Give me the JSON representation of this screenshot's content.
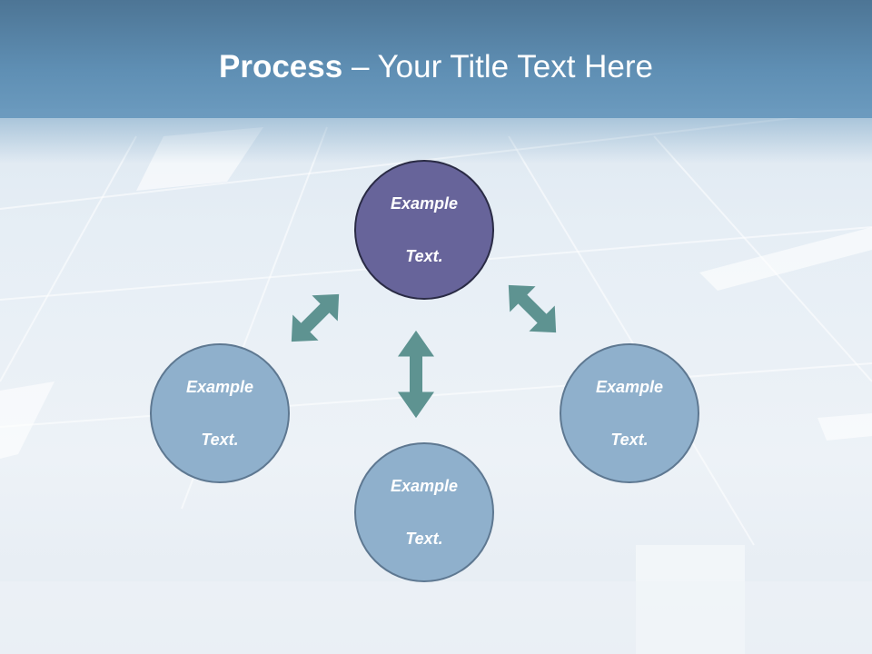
{
  "title": {
    "bold": "Process",
    "rest": " – Your Title Text Here"
  },
  "nodes": {
    "top": {
      "line1": "Example",
      "line2": "Text."
    },
    "left": {
      "line1": "Example",
      "line2": "Text."
    },
    "right": {
      "line1": "Example",
      "line2": "Text."
    },
    "bottom": {
      "line1": "Example",
      "line2": "Text."
    }
  },
  "colors": {
    "header": "#5f8fb4",
    "center_node": "#67649a",
    "side_node": "#8fb0cc",
    "arrow": "#5e9391"
  },
  "icons": [
    "double-arrow-icon"
  ]
}
